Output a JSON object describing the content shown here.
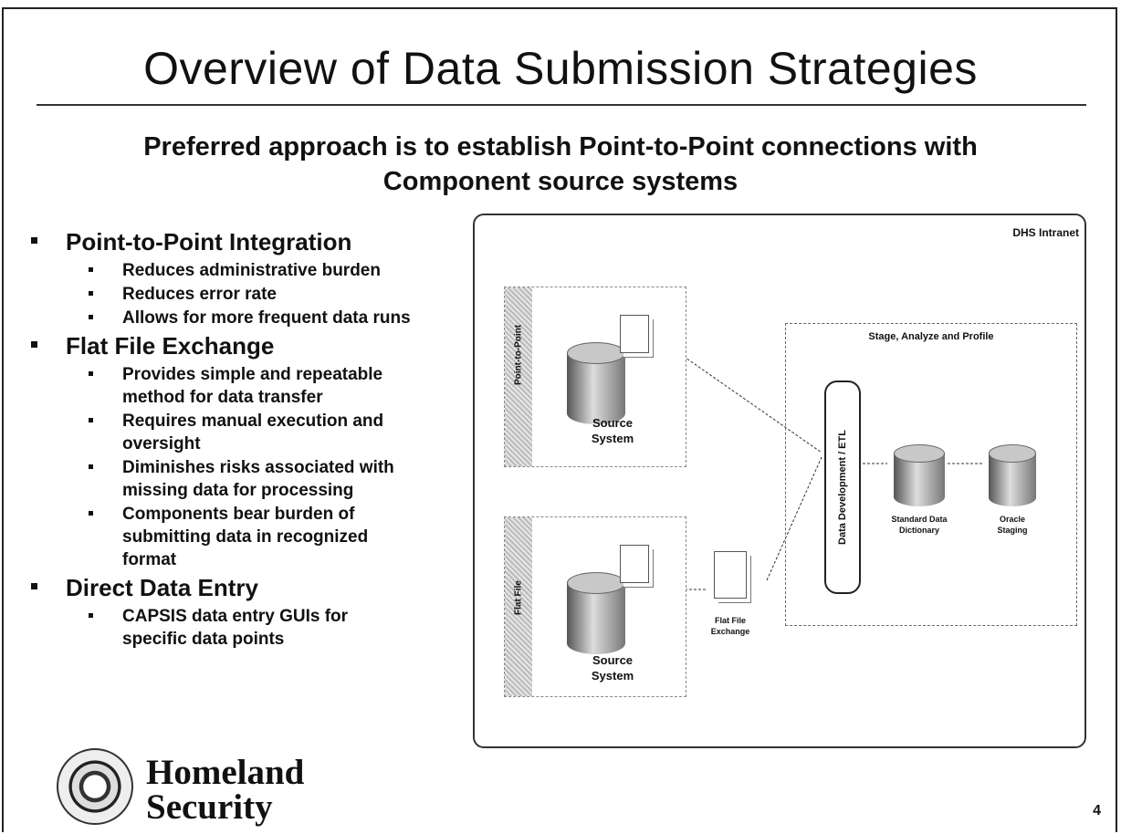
{
  "title": "Overview of Data Submission Strategies",
  "subtitle_line1": "Preferred approach is to establish Point-to-Point connections with",
  "subtitle_line2": "Component source systems",
  "bullets": [
    {
      "label": "Point-to-Point Integration",
      "sub": [
        "Reduces administrative burden",
        "Reduces error rate",
        "Allows for more frequent data runs"
      ]
    },
    {
      "label": "Flat File Exchange",
      "sub": [
        "Provides simple and repeatable method for data transfer",
        "Requires manual execution and oversight",
        "Diminishes risks associated with missing data for processing",
        "Components bear burden of submitting data in recognized format"
      ]
    },
    {
      "label": "Direct Data Entry",
      "sub": [
        "CAPSIS data entry GUIs for specific data points"
      ]
    }
  ],
  "diagram": {
    "container_label": "DHS Intranet",
    "point_strip": "Point-to-Point",
    "flat_strip": "Flat File",
    "source_top": "Source System",
    "source_bottom": "Source System",
    "flat_file_exchange": "Flat File Exchange",
    "stage_label": "Stage, Analyze and Profile",
    "etl_label": "Data Development / ETL",
    "sdd_label": "Standard Data Dictionary",
    "oracle_label": "Oracle Staging"
  },
  "logo": {
    "text_line1": "Homeland",
    "text_line2": "Security"
  },
  "page_number": "4"
}
